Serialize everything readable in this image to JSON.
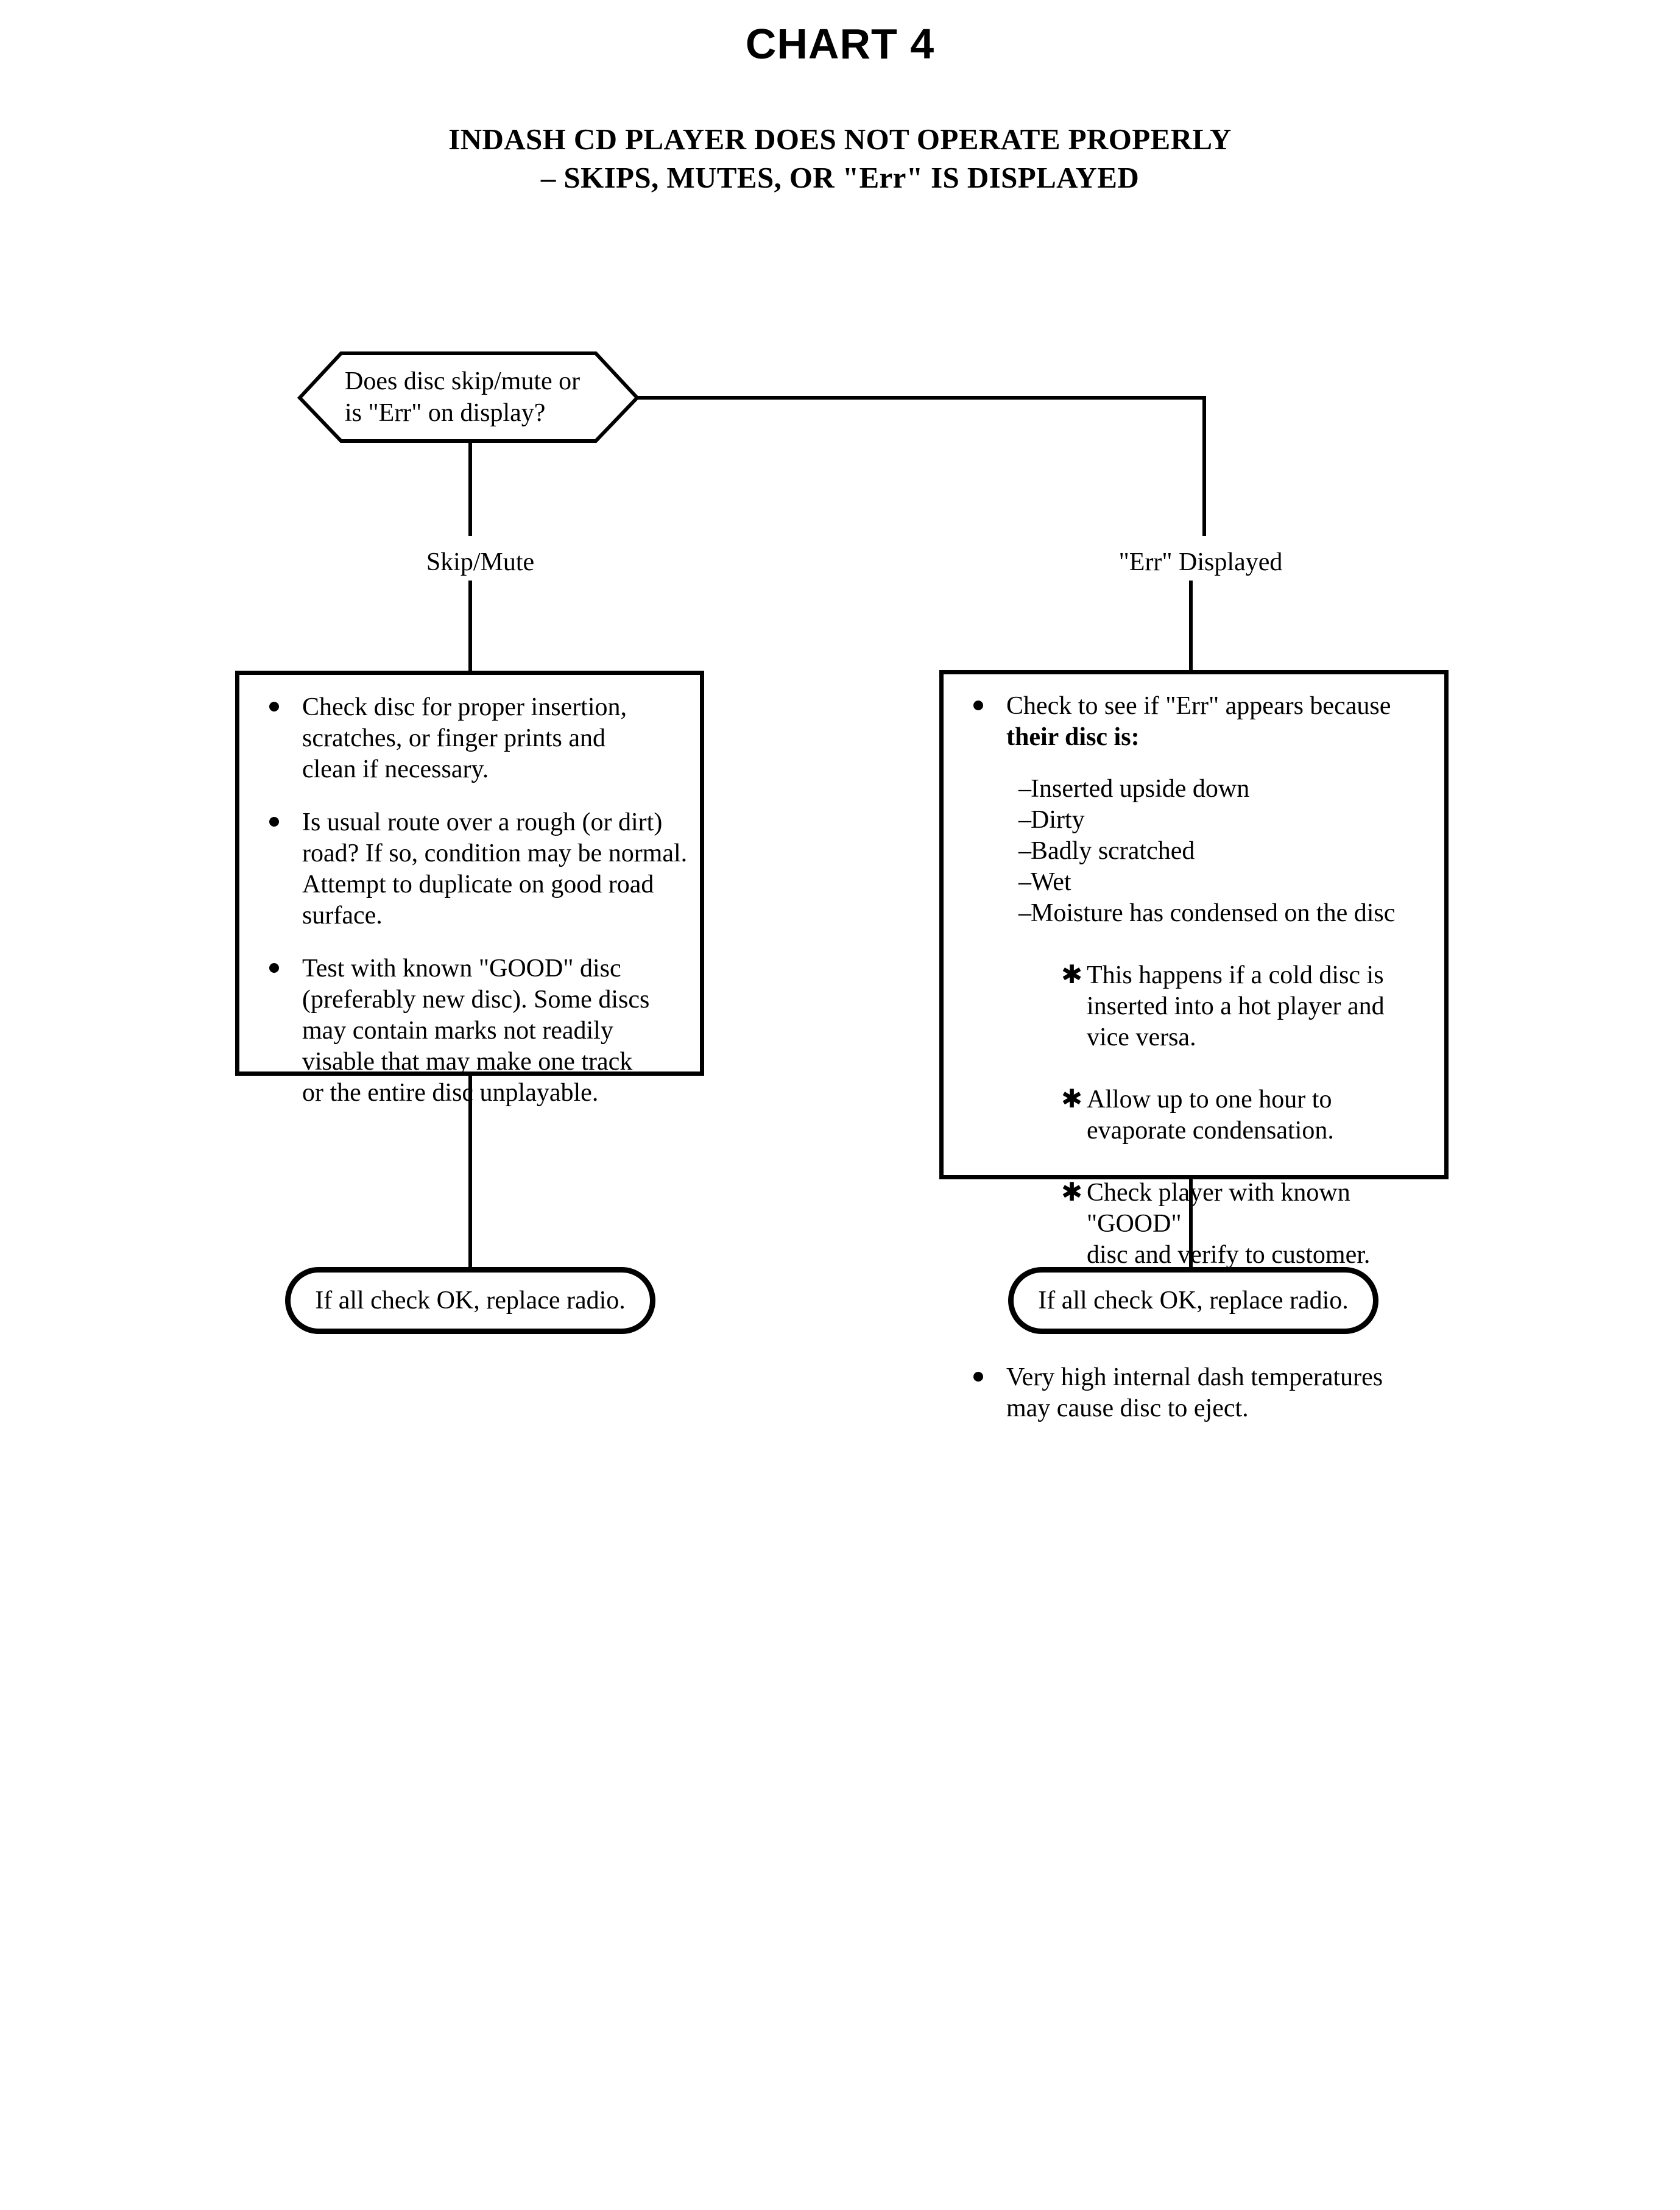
{
  "chart_data": {
    "type": "diagram",
    "title": "CHART 4",
    "subtitle_line1": "INDASH CD PLAYER DOES NOT OPERATE PROPERLY",
    "subtitle_line2": "– SKIPS, MUTES, OR \"Err\" IS DISPLAYED",
    "nodes": [
      {
        "id": "decision",
        "shape": "hexagon",
        "text": "Does disc skip/mute or\nis \"Err\" on display?"
      },
      {
        "id": "left-branch-label",
        "shape": "label",
        "text": "Skip/Mute"
      },
      {
        "id": "right-branch-label",
        "shape": "label",
        "text": "\"Err\" Displayed"
      },
      {
        "id": "left-process",
        "shape": "rectangle"
      },
      {
        "id": "right-process",
        "shape": "rectangle"
      },
      {
        "id": "left-terminator",
        "shape": "stadium",
        "text": "If all check OK, replace radio."
      },
      {
        "id": "right-terminator",
        "shape": "stadium",
        "text": "If all check OK, replace radio."
      }
    ],
    "edges": [
      {
        "from": "decision",
        "to": "left-process",
        "label": "Skip/Mute"
      },
      {
        "from": "decision",
        "to": "right-process",
        "label": "\"Err\" Displayed"
      },
      {
        "from": "left-process",
        "to": "left-terminator",
        "label": ""
      },
      {
        "from": "right-process",
        "to": "right-terminator",
        "label": ""
      }
    ]
  },
  "header": {
    "title": "CHART 4",
    "subtitle_line1": "INDASH CD PLAYER DOES NOT OPERATE PROPERLY",
    "subtitle_line2": "– SKIPS, MUTES, OR \"Err\" IS DISPLAYED"
  },
  "decision": {
    "line1": "Does disc skip/mute or",
    "line2": "is \"Err\" on display?"
  },
  "branches": {
    "left_label": "Skip/Mute",
    "right_label": "\"Err\" Displayed"
  },
  "left_box": {
    "bullets": [
      "Check disc for proper insertion,\nscratches, or finger prints and\nclean if necessary.",
      "Is usual route over a rough (or dirt)\nroad?  If so, condition may be normal.\nAttempt to duplicate on good road\nsurface.",
      "Test with known \"GOOD\" disc\n(preferably new disc).  Some discs\nmay contain marks not readily\nvisable that may make one track\nor the entire disc unplayable."
    ]
  },
  "right_box": {
    "bullet1_lead": "Check to see if \"Err\" appears because ",
    "bullet1_bold": "their disc is:",
    "dash_items": [
      "Inserted upside down",
      "Dirty",
      "Badly scratched",
      "Wet",
      "Moisture has condensed on the disc"
    ],
    "dash_mark": "–",
    "star_mark": "✱",
    "star_items": [
      "This happens if a cold disc is\ninserted into a hot player and\nvice versa.",
      "Allow up to one hour to\nevaporate condensation.",
      "Check player with known \"GOOD\"\ndisc and verify to customer."
    ],
    "bullet2": "Very high internal dash temperatures\nmay cause disc to eject."
  },
  "terminators": {
    "left_text": "If all check OK, replace radio.",
    "right_text": "If all check OK, replace radio."
  },
  "colors": {
    "ink": "#000000",
    "paper": "#ffffff"
  }
}
